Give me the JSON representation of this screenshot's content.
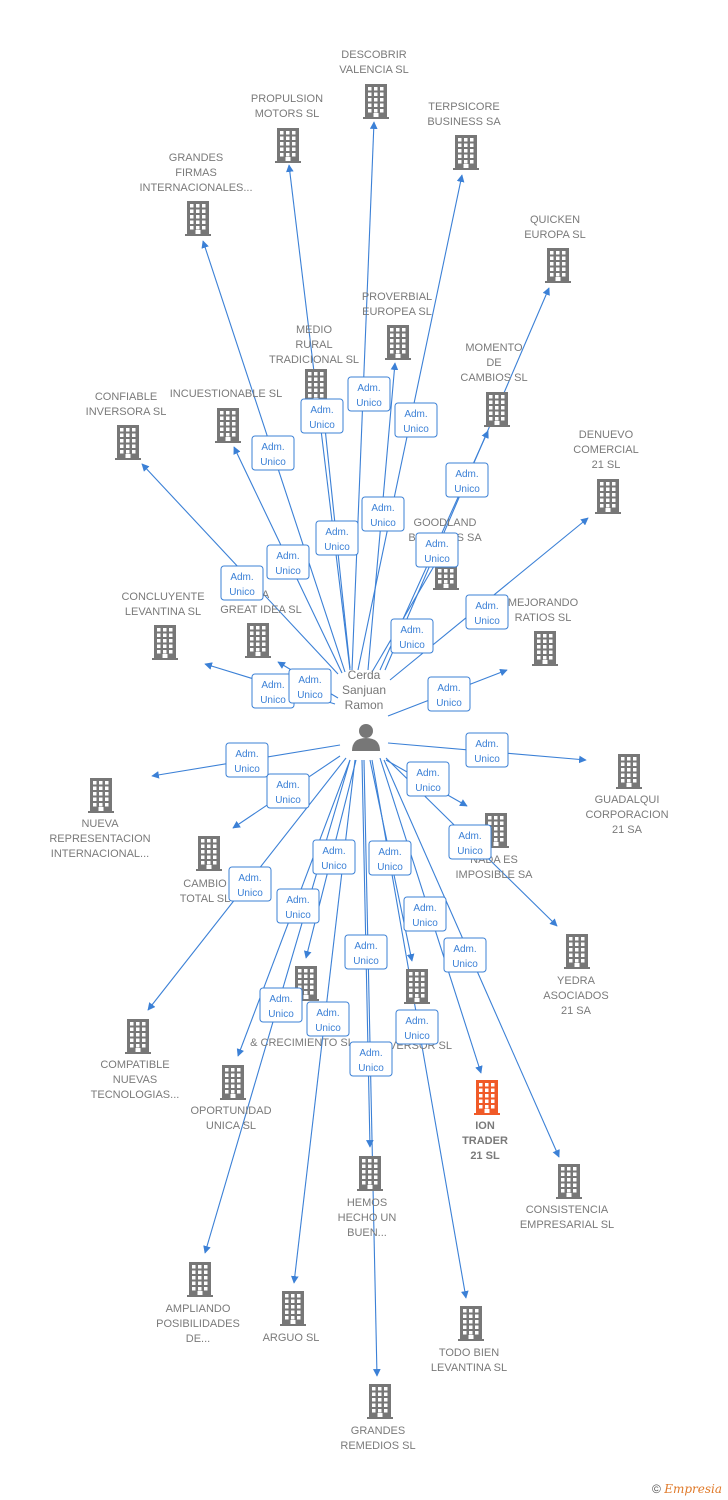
{
  "center": {
    "name": "Cerda\nSanjuan\nRamon"
  },
  "role_label": "Adm.\nUnico",
  "colors": {
    "edge": "#3b80d6",
    "building": "#777777",
    "highlight": "#f05a28"
  },
  "companies": [
    {
      "id": "descobrir",
      "label": "DESCOBRIR\nVALENCIA SL",
      "highlight": false
    },
    {
      "id": "propulsion",
      "label": "PROPULSION\nMOTORS SL",
      "highlight": false
    },
    {
      "id": "terpsicore",
      "label": "TERPSICORE\nBUSINESS SA",
      "highlight": false
    },
    {
      "id": "grandes-firmas",
      "label": "GRANDES\nFIRMAS\nINTERNACIONALES...",
      "highlight": false
    },
    {
      "id": "quicken",
      "label": "QUICKEN\nEUROPA SL",
      "highlight": false
    },
    {
      "id": "proverbial",
      "label": "PROVERBIAL\nEUROPEA SL",
      "highlight": false
    },
    {
      "id": "medio-rural",
      "label": "MEDIO\nRURAL\nTRADICIONAL SL",
      "highlight": false
    },
    {
      "id": "momento",
      "label": "MOMENTO\nDE\nCAMBIOS SL",
      "highlight": false
    },
    {
      "id": "confiable",
      "label": "CONFIABLE\nINVERSORA SL",
      "highlight": false
    },
    {
      "id": "incuestionable",
      "label": "INCUESTIONABLE SL",
      "highlight": false
    },
    {
      "id": "denuevo",
      "label": "DENUEVO\nCOMERCIAL\n21 SL",
      "highlight": false
    },
    {
      "id": "goodland",
      "label": "GOODLAND\nBUSINESS SA",
      "highlight": false
    },
    {
      "id": "concluyente",
      "label": "CONCLUYENTE\nLEVANTINA SL",
      "highlight": false
    },
    {
      "id": "great-idea",
      "label": "T A\nGREAT IDEA SL",
      "highlight": false
    },
    {
      "id": "mejorando",
      "label": "MEJORANDO\nRATIOS SL",
      "highlight": false
    },
    {
      "id": "guadalqui",
      "label": "GUADALQUI\nCORPORACION\n21 SA",
      "highlight": false
    },
    {
      "id": "nueva",
      "label": "NUEVA\nREPRESENTACION\nINTERNACIONAL...",
      "highlight": false
    },
    {
      "id": "cambio-total",
      "label": "CAMBIO\nTOTAL SL",
      "highlight": false
    },
    {
      "id": "nada-es",
      "label": "NADA ES\nIMPOSIBLE SA",
      "highlight": false
    },
    {
      "id": "yedra",
      "label": "YEDRA\nASOCIADOS\n21 SA",
      "highlight": false
    },
    {
      "id": "crecimiento",
      "label": "& CRECIMIENTO SL",
      "highlight": false
    },
    {
      "id": "inversor",
      "label": "INVERSOR SL",
      "highlight": false
    },
    {
      "id": "compatible",
      "label": "COMPATIBLE\nNUEVAS\nTECNOLOGIAS...",
      "highlight": false
    },
    {
      "id": "oportunidad",
      "label": "OPORTUNIDAD\nUNICA SL",
      "highlight": false
    },
    {
      "id": "ion-trader",
      "label": "ION\nTRADER\n21 SL",
      "highlight": true
    },
    {
      "id": "hemos",
      "label": "HEMOS\nHECHO UN\nBUEN...",
      "highlight": false
    },
    {
      "id": "consistencia",
      "label": "CONSISTENCIA\nEMPRESARIAL SL",
      "highlight": false
    },
    {
      "id": "ampliando",
      "label": "AMPLIANDO\nPOSIBILIDADES\nDE...",
      "highlight": false
    },
    {
      "id": "arguo",
      "label": "ARGUO SL",
      "highlight": false
    },
    {
      "id": "todo-bien",
      "label": "TODO BIEN\nLEVANTINA SL",
      "highlight": false
    },
    {
      "id": "grandes-remedios",
      "label": "GRANDES\nREMEDIOS SL",
      "highlight": false
    }
  ],
  "footer": {
    "copyright": "©",
    "brand": "Empresia"
  }
}
